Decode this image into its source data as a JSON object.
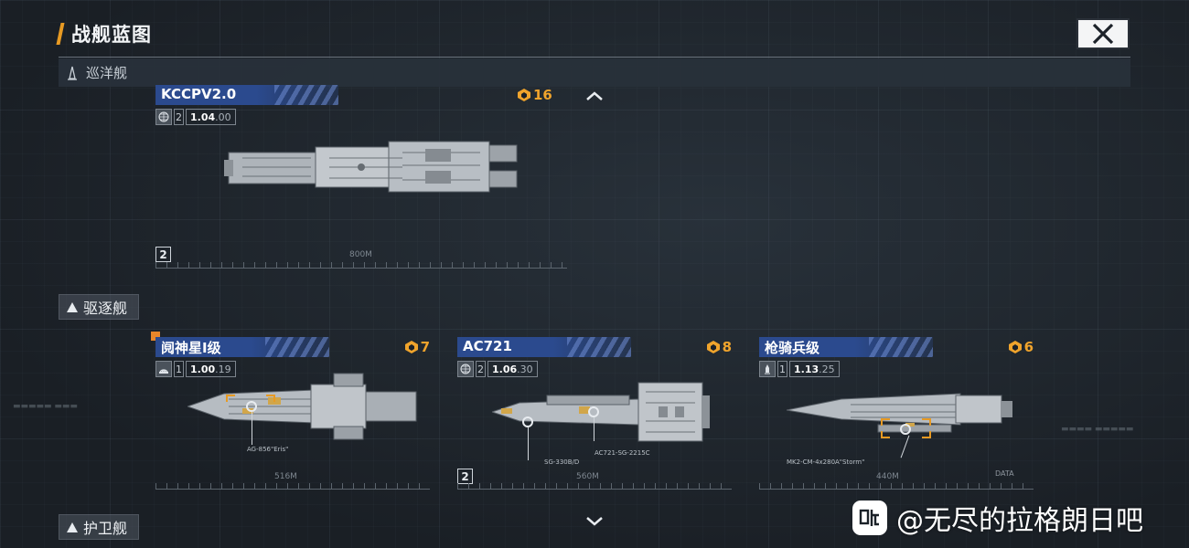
{
  "header": {
    "title": "战舰蓝图",
    "close_icon": "close-icon"
  },
  "categories": {
    "cruiser": "巡洋舰",
    "destroyer": "驱逐舰",
    "frigate": "护卫舰"
  },
  "cruisers": [
    {
      "name": "KCCPV2.0",
      "cost": "16",
      "stat_icon": "globe-icon",
      "tier": "2",
      "stat_main": "1.04",
      "stat_sub": ".00",
      "scale": "800M",
      "badge": "2"
    }
  ],
  "destroyers": [
    {
      "name": "阋神星I级",
      "cost": "7",
      "stat_icon": "radar-icon",
      "tier": "1",
      "stat_main": "1.00",
      "stat_sub": ".19",
      "scale": "516M",
      "callout": "AG-856\"Eris\""
    },
    {
      "name": "AC721",
      "cost": "8",
      "stat_icon": "globe-icon",
      "tier": "2",
      "stat_main": "1.06",
      "stat_sub": ".30",
      "scale": "560M",
      "callout": "AC721-SG-2215C",
      "callout2": "SG-330B/D",
      "badge": "2"
    },
    {
      "name": "枪骑兵级",
      "cost": "6",
      "stat_icon": "missile-icon",
      "tier": "1",
      "stat_main": "1.13",
      "stat_sub": ".25",
      "scale": "440M",
      "callout": "MK2-CM-4x280A\"Storm\"",
      "extra": "DATA"
    }
  ],
  "watermark": {
    "text": "@无尽的拉格朗日吧",
    "logo": "tieba-logo-icon"
  },
  "colors": {
    "accent": "#e79a23",
    "card_header": "#2b4a8e",
    "cost": "#f0a42c"
  }
}
